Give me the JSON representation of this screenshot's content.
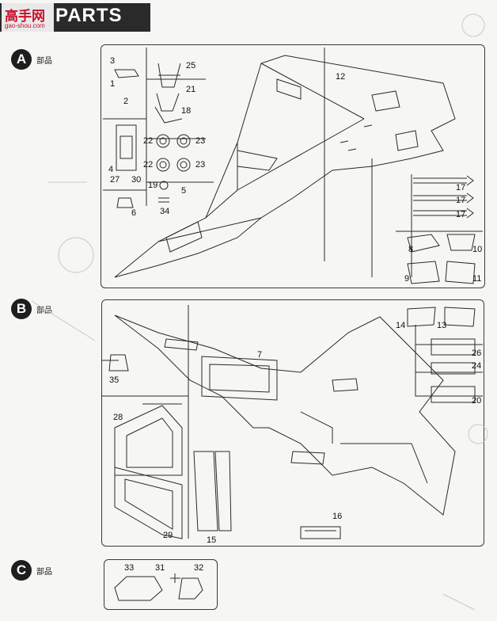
{
  "header": {
    "logo_text": "高手网",
    "logo_sub": "gao-shou.com",
    "title": "PARTS"
  },
  "sections": [
    {
      "letter": "A",
      "label": "部品"
    },
    {
      "letter": "B",
      "label": "部品"
    },
    {
      "letter": "C",
      "label": "部品"
    }
  ],
  "part_numbers_a": [
    "3",
    "1",
    "25",
    "21",
    "2",
    "18",
    "22",
    "23",
    "22",
    "23",
    "4",
    "27",
    "30",
    "19",
    "5",
    "6",
    "34",
    "12",
    "17",
    "17",
    "17",
    "8",
    "10",
    "9",
    "11"
  ],
  "part_numbers_b": [
    "14",
    "13",
    "7",
    "26",
    "24",
    "35",
    "20",
    "28",
    "16",
    "29",
    "15"
  ],
  "part_numbers_c": [
    "33",
    "31",
    "32"
  ]
}
